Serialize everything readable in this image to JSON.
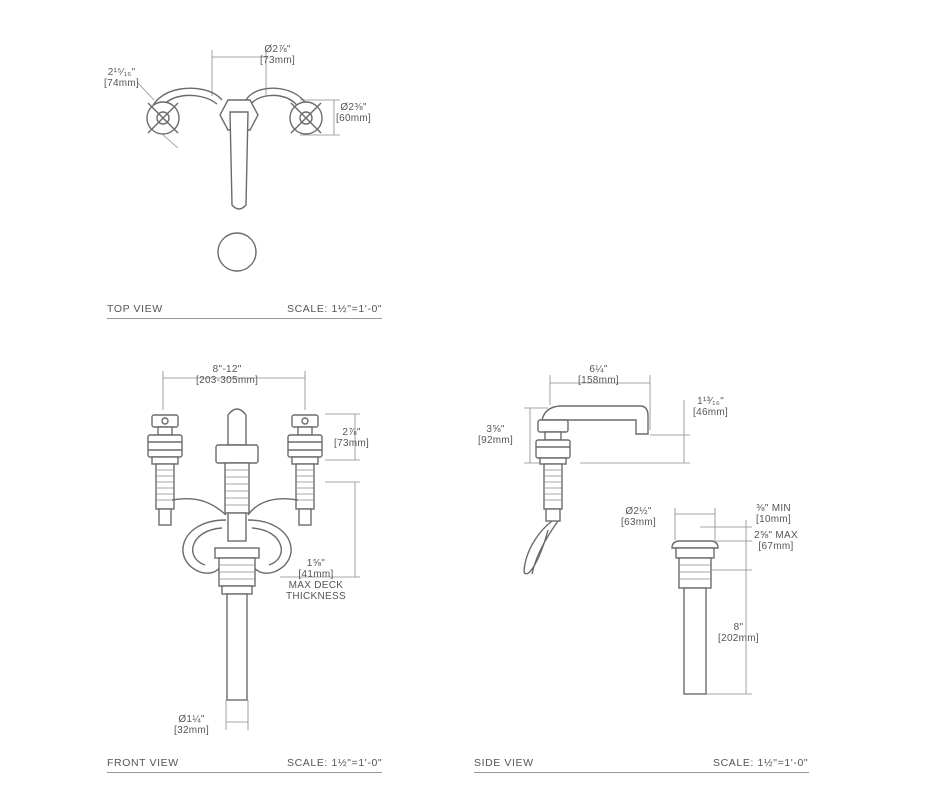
{
  "top_view": {
    "caption": "TOP VIEW",
    "scale": "SCALE: 1½\"=1'-0\"",
    "dims": {
      "spout_dia": "Ø2⅞\"",
      "spout_dia_mm": "[73mm]",
      "handle_height": "2¹⁵⁄₁₆\"",
      "handle_height_mm": "[74mm]",
      "handle_dia": "Ø2⅜\"",
      "handle_dia_mm": "[60mm]"
    }
  },
  "front_view": {
    "caption": "FRONT VIEW",
    "scale": "SCALE: 1½\"=1'-0\"",
    "dims": {
      "spread": "8\"-12\"",
      "spread_mm": "[203-305mm]",
      "handle_h": "2⅞\"",
      "handle_h_mm": "[73mm]",
      "deck": "1⅝\"",
      "deck_mm": "[41mm]",
      "deck_note_1": "MAX DECK",
      "deck_note_2": "THICKNESS",
      "tail_dia": "Ø1¼\"",
      "tail_dia_mm": "[32mm]"
    }
  },
  "side_view": {
    "caption": "SIDE VIEW",
    "scale": "SCALE: 1½\"=1'-0\"",
    "dims": {
      "reach": "6¼\"",
      "reach_mm": "[158mm]",
      "spout_height": "3⅝\"",
      "spout_height_mm": "[92mm]",
      "spout_drop": "1¹³⁄₁₆\"",
      "spout_drop_mm": "[46mm]",
      "drain_dia": "Ø2½\"",
      "drain_dia_mm": "[63mm]",
      "min": "⅜\" MIN",
      "min_mm": "[10mm]",
      "max": "2⅝\" MAX",
      "max_mm": "[67mm]",
      "tail_len": "8\"",
      "tail_len_mm": "[202mm]"
    }
  }
}
